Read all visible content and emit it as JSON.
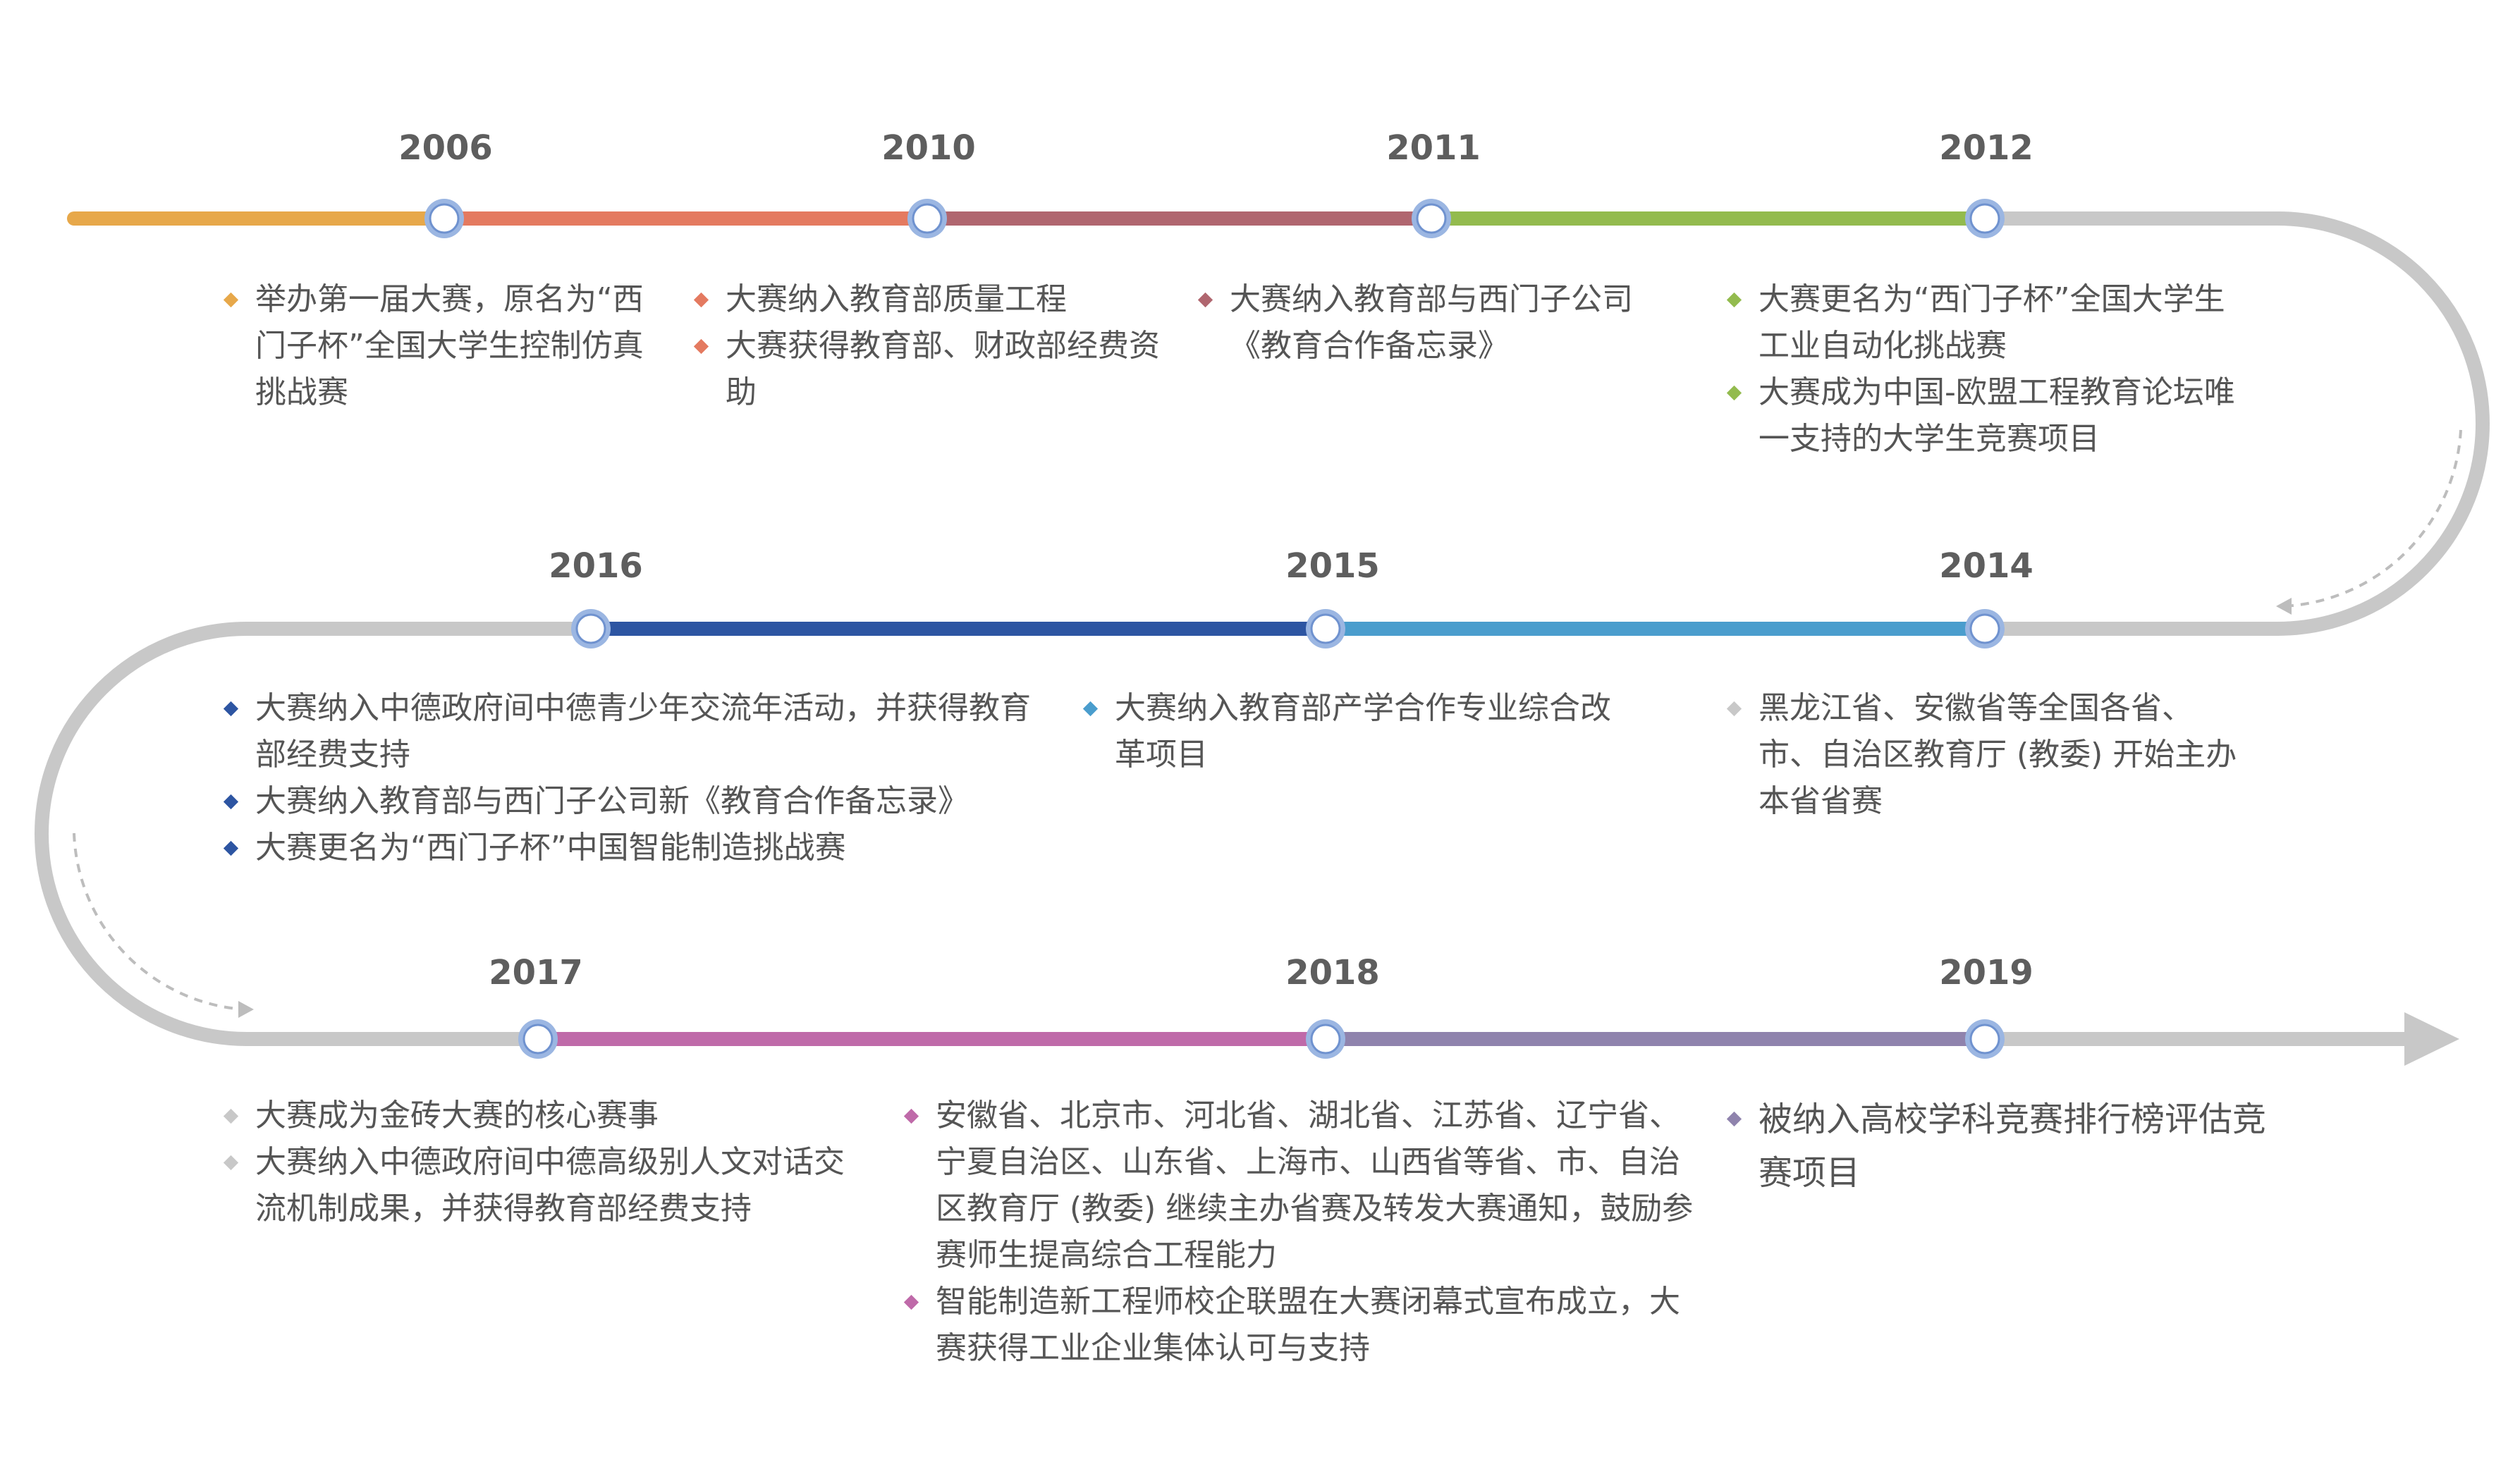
{
  "colors": {
    "track_gray": "#c8c8c8",
    "node_fill": "#ffffff",
    "node_ring": "#9bb6e2"
  },
  "milestones": [
    {
      "year": "2006",
      "color": "#e7a84a",
      "events": [
        "举办第一届大赛，原名为“西门子杯”全国大学生控制仿真挑战赛"
      ]
    },
    {
      "year": "2010",
      "color": "#e47a60",
      "events": [
        "大赛纳入教育部质量工程",
        "大赛获得教育部、财政部经费资助"
      ]
    },
    {
      "year": "2011",
      "color": "#b0666f",
      "events": [
        "大赛纳入教育部与西门子公司《教育合作备忘录》"
      ]
    },
    {
      "year": "2012",
      "color": "#93bb4e",
      "events": [
        "大赛更名为“西门子杯”全国大学生工业自动化挑战赛",
        "大赛成为中国-欧盟工程教育论坛唯一支持的大学生竞赛项目"
      ]
    },
    {
      "year": "2014",
      "color": "#c8c8c8",
      "events": [
        "黑龙江省、安徽省等全国各省、市、自治区教育厅 (教委) 开始主办本省省赛"
      ]
    },
    {
      "year": "2015",
      "color": "#4a9dcd",
      "events": [
        "大赛纳入教育部产学合作专业综合改革项目"
      ]
    },
    {
      "year": "2016",
      "color": "#2d55a2",
      "events": [
        "大赛纳入中德政府间中德青少年交流年活动，并获得教育部经费支持",
        "大赛纳入教育部与西门子公司新《教育合作备忘录》",
        "大赛更名为“西门子杯”中国智能制造挑战赛"
      ]
    },
    {
      "year": "2017",
      "color": "#c8c8c8",
      "events": [
        "大赛成为金砖大赛的核心赛事",
        "大赛纳入中德政府间中德高级别人文对话交流机制成果，并获得教育部经费支持"
      ]
    },
    {
      "year": "2018",
      "color": "#bf6aa9",
      "events": [
        "安徽省、北京市、河北省、湖北省、江苏省、辽宁省、宁夏自治区、山东省、上海市、山西省等省、市、自治区教育厅 (教委) 继续主办省赛及转发大赛通知，鼓励参赛师生提高综合工程能力",
        "智能制造新工程师校企联盟在大赛闭幕式宣布成立，大赛获得工业企业集体认可与支持"
      ]
    },
    {
      "year": "2019",
      "color": "#8f83ad",
      "events": [
        "被纳入高校学科竞赛排行榜评估竞赛项目"
      ]
    }
  ]
}
